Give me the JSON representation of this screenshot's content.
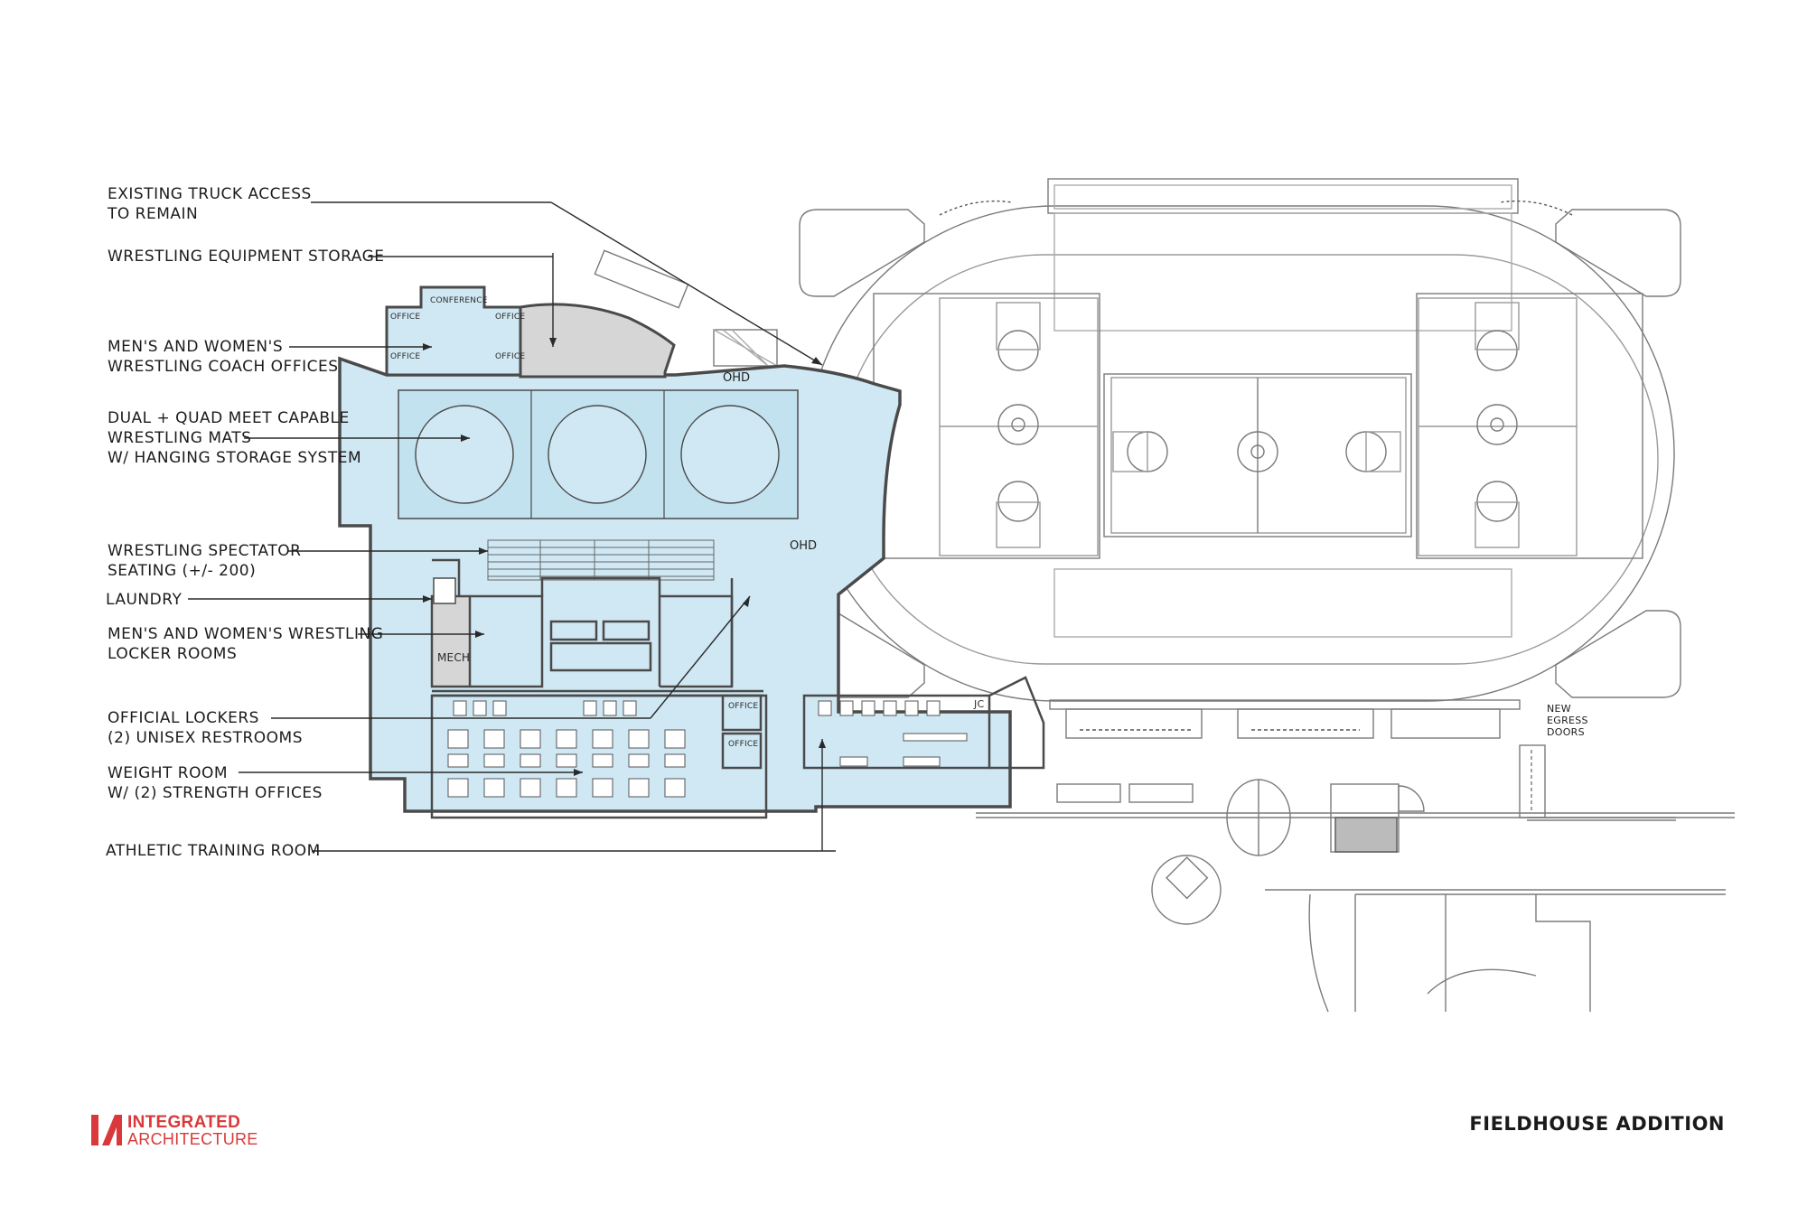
{
  "labels": {
    "truck": [
      "EXISTING TRUCK ACCESS",
      "TO REMAIN"
    ],
    "equip": [
      "WRESTLING EQUIPMENT STORAGE"
    ],
    "coach": [
      "MEN'S AND  WOMEN'S",
      "WRESTLING COACH OFFICES"
    ],
    "mats": [
      "DUAL + QUAD MEET CAPABLE",
      "WRESTLING MATS",
      "W/ HANGING STORAGE SYSTEM"
    ],
    "seating": [
      "WRESTLING SPECTATOR",
      "SEATING (+/- 200)"
    ],
    "laundry": [
      "LAUNDRY"
    ],
    "locker": [
      "MEN'S AND WOMEN'S WRESTLING",
      "LOCKER ROOMS"
    ],
    "official": [
      "OFFICIAL LOCKERS",
      "(2) UNISEX RESTROOMS"
    ],
    "weight": [
      "WEIGHT ROOM",
      "W/ (2) STRENGTH OFFICES"
    ],
    "training": [
      "ATHLETIC TRAINING ROOM"
    ],
    "egress": [
      "NEW",
      "EGRESS",
      "DOORS"
    ]
  },
  "rooms": {
    "conference": "CONFERENCE",
    "office": "OFFICE",
    "mech": "MECH",
    "jc": "JC",
    "ohd": "OHD"
  },
  "title": "FIELDHOUSE ADDITION",
  "logo": {
    "line1": "INTEGRATED",
    "line2": "ARCHITECTURE"
  },
  "colors": {
    "fill": "#cfe8f3",
    "mat": "#c3e2f0",
    "storage": "#d6d6d6",
    "wall": "#4a4a4a",
    "brand": "#d9393a"
  }
}
